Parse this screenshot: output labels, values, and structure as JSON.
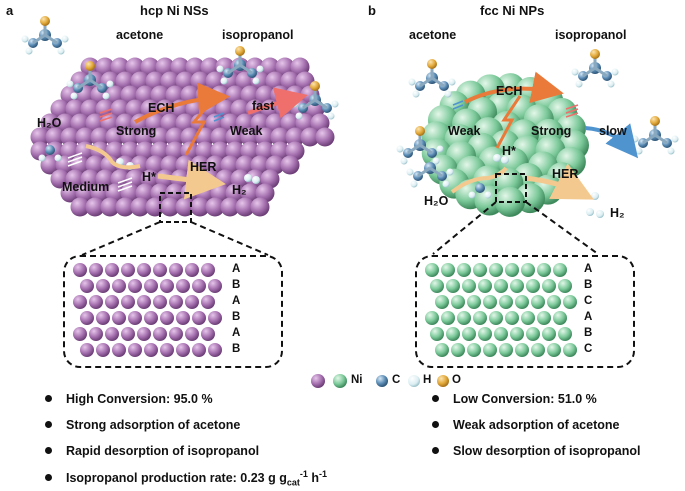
{
  "panels": {
    "a": {
      "letter": "a",
      "title": "hcp Ni NSs",
      "labels": {
        "acetone": "acetone",
        "isopropanol": "isopropanol",
        "water": "H₂O",
        "ech": "ECH",
        "strong": "Strong",
        "weak": "Weak",
        "fast": "fast",
        "medium": "Medium",
        "h_star": "H*",
        "her": "HER",
        "h2": "H₂"
      },
      "stacking": [
        "A",
        "B",
        "A",
        "B",
        "A",
        "B"
      ],
      "bullets": [
        "High Conversion: 95.0 %",
        "Strong adsorption of acetone",
        "Rapid desorption of isopropanol"
      ],
      "rate_prefix": "Isopropanol production rate: 0.23 g g",
      "rate_sub": "cat",
      "rate_sup": "-1",
      "rate_unit": " h",
      "rate_unit_sup": "-1"
    },
    "b": {
      "letter": "b",
      "title": "fcc Ni NPs",
      "labels": {
        "acetone": "acetone",
        "isopropanol": "isopropanol",
        "water": "H₂O",
        "ech": "ECH",
        "strong": "Strong",
        "weak": "Weak",
        "slow": "slow",
        "h_star": "H*",
        "her": "HER",
        "h2": "H₂"
      },
      "stacking": [
        "A",
        "B",
        "C",
        "A",
        "B",
        "C"
      ],
      "bullets": [
        "Low Conversion: 51.0 %",
        "Weak adsorption of acetone",
        "Slow desorption of isopropanol"
      ]
    }
  },
  "legend": {
    "ni": "Ni",
    "c": "C",
    "h": "H",
    "o": "O"
  },
  "colors": {
    "ni_hcp": "#a46fae",
    "ni_fcc": "#7cc99a",
    "carbon": "#5b8cb5",
    "hydrogen": "#dbeef2",
    "oxygen": "#e3a93a",
    "ech_arrow": "#ea7a3a",
    "fast_arrow": "#ef6f6c",
    "slow_arrow": "#4f93cf",
    "her_arrow": "#f4c98f"
  }
}
